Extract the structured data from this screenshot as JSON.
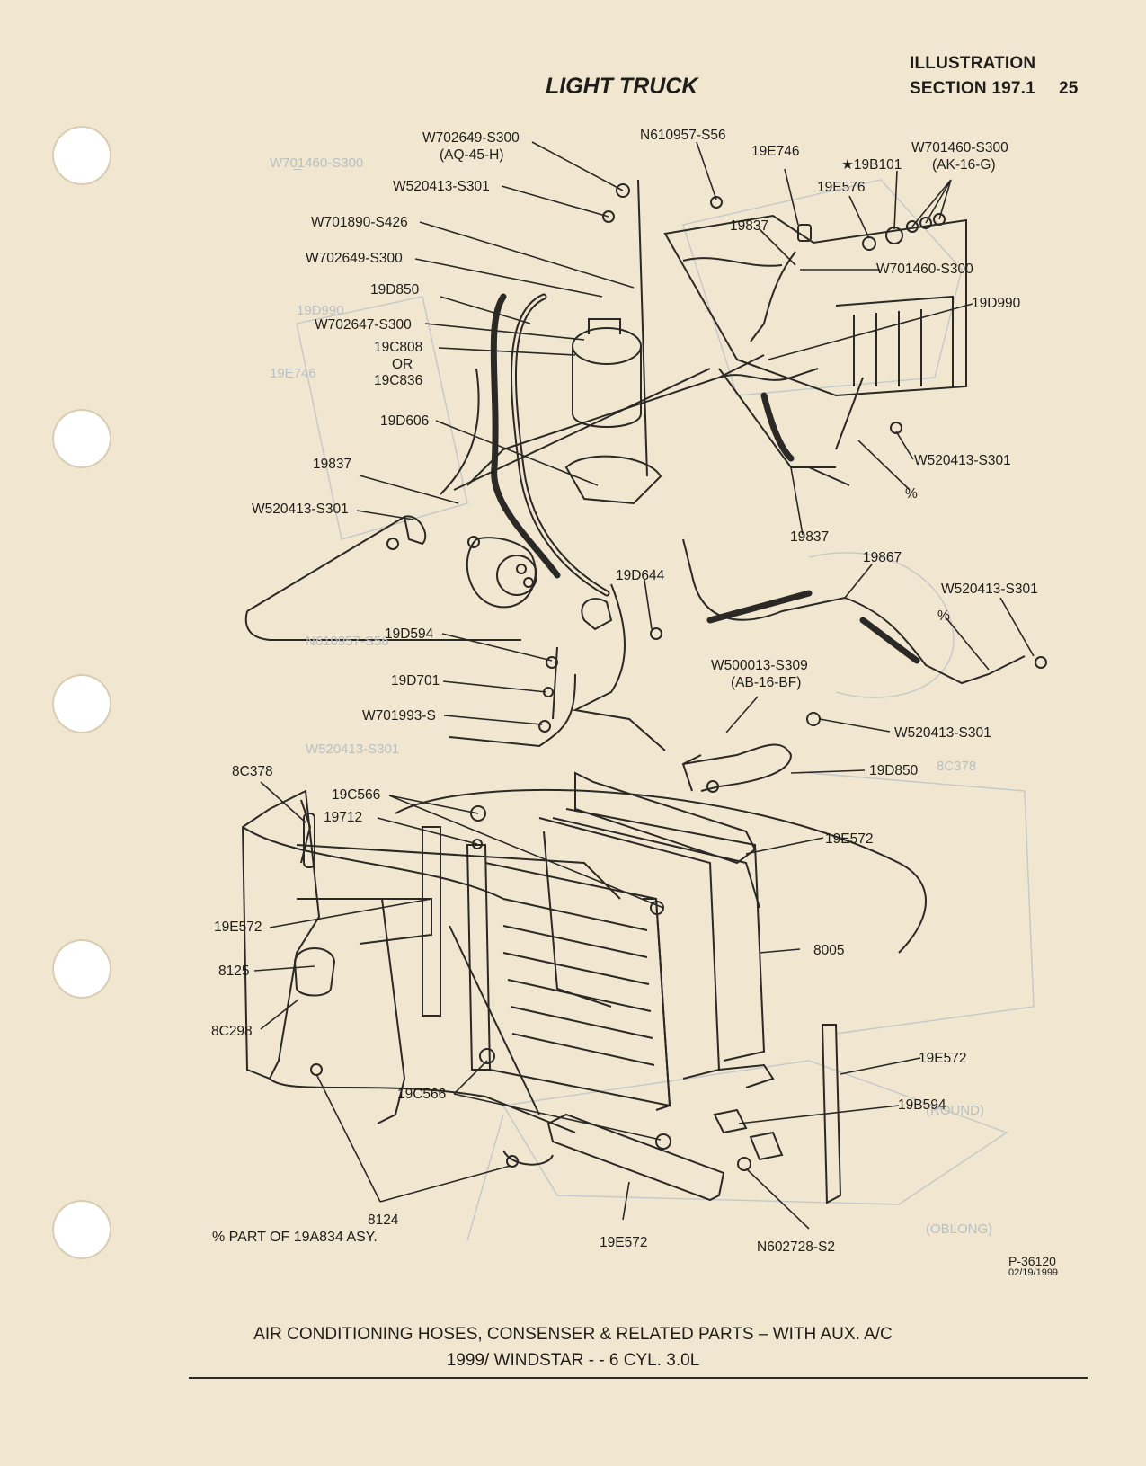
{
  "header": {
    "title": "LIGHT TRUCK",
    "illustration": "ILLUSTRATION",
    "section": "SECTION 197.1",
    "page_number": "25"
  },
  "callouts": [
    {
      "text": "W702649-S300"
    },
    {
      "text": "(AQ-45-H)"
    },
    {
      "text": "N610957-S56"
    },
    {
      "text": "19E746"
    },
    {
      "text": "W701460-S300"
    },
    {
      "text": "(AK-16-G)"
    },
    {
      "text": "★19B101"
    },
    {
      "text": "19E576"
    },
    {
      "text": "W520413-S301"
    },
    {
      "text": "W701890-S426"
    },
    {
      "text": "19837"
    },
    {
      "text": "W702649-S300"
    },
    {
      "text": "W701460-S300"
    },
    {
      "text": "19D850"
    },
    {
      "text": "19D990"
    },
    {
      "text": "W702647-S300"
    },
    {
      "text": "19C808"
    },
    {
      "text": "OR"
    },
    {
      "text": "19C836"
    },
    {
      "text": "19D606"
    },
    {
      "text": "W520413-S301"
    },
    {
      "text": "19837"
    },
    {
      "text": "%"
    },
    {
      "text": "W520413-S301"
    },
    {
      "text": "19837"
    },
    {
      "text": "19867"
    },
    {
      "text": "W520413-S301"
    },
    {
      "text": "19D644"
    },
    {
      "text": "%"
    },
    {
      "text": "19D594"
    },
    {
      "text": "W500013-S309"
    },
    {
      "text": "(AB-16-BF)"
    },
    {
      "text": "19D701"
    },
    {
      "text": "W701993-S"
    },
    {
      "text": "W520413-S301"
    },
    {
      "text": "19D850"
    },
    {
      "text": "8C378"
    },
    {
      "text": "19C566"
    },
    {
      "text": "19712"
    },
    {
      "text": "19E572"
    },
    {
      "text": "19E572"
    },
    {
      "text": "8005"
    },
    {
      "text": "8125"
    },
    {
      "text": "8C298"
    },
    {
      "text": "19E572"
    },
    {
      "text": "19C566"
    },
    {
      "text": "19B594"
    },
    {
      "text": "8124"
    },
    {
      "text": "19E572"
    },
    {
      "text": "N602728-S2"
    }
  ],
  "footnote": "%  PART OF 19A834 ASY.",
  "part_number": "P-36120",
  "part_date": "02/19/1999",
  "caption": {
    "line1": "AIR CONDITIONING HOSES, CONSENSER & RELATED PARTS – WITH AUX. A/C",
    "line2": "1999/ WINDSTAR - - 6 CYL. 3.0L"
  }
}
